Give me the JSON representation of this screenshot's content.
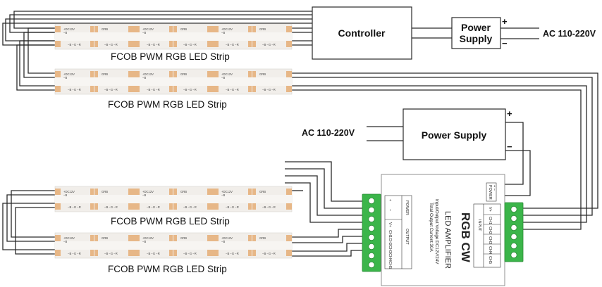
{
  "controller": {
    "label": "Controller"
  },
  "power_supply_top": {
    "label_line1": "Power",
    "label_line2": "Supply",
    "plus": "+",
    "minus": "−"
  },
  "power_supply_mid": {
    "label": "Power Supply",
    "plus": "+",
    "minus": "−"
  },
  "ac_input_top": {
    "label": "AC 110-220V"
  },
  "ac_input_mid": {
    "label": "AC 110-220V"
  },
  "strips": [
    {
      "label": "FCOB PWM RGB LED Strip"
    },
    {
      "label": "FCOB PWM RGB LED Strip"
    },
    {
      "label": "FCOB PWM RGB LED Strip"
    },
    {
      "label": "FCOB PWM RGB LED Strip"
    }
  ],
  "strip_print": {
    "voltage": "+DC12V",
    "gnd": "−B",
    "rgb": "GRB",
    "pads": "−B −G −R"
  },
  "amplifier": {
    "title": "RGB CW",
    "subtitle": "LED AMPLIFIER",
    "spec_line1": "Input/Output Voltage:DC12V/24V",
    "spec_line2": "Total Output Current:30A",
    "power_label": "POWER",
    "power_symbol": "+ −",
    "input_label": "INPUT",
    "input_channels": [
      "V+",
      "CH1",
      "CH2",
      "CH3",
      "CH4",
      "CH5"
    ],
    "output_label": "OUTPUT",
    "output_channels": [
      "V+",
      "CH1",
      "CH2",
      "CH3",
      "CH4",
      "CH5"
    ],
    "power_table_label": "POWER",
    "power_table_symbols": [
      "+",
      "−"
    ]
  },
  "colors": {
    "wire": "#2a2a2a",
    "terminal": "#3bb54a",
    "strip": "#f1eeea",
    "pad": "#e7b787"
  }
}
